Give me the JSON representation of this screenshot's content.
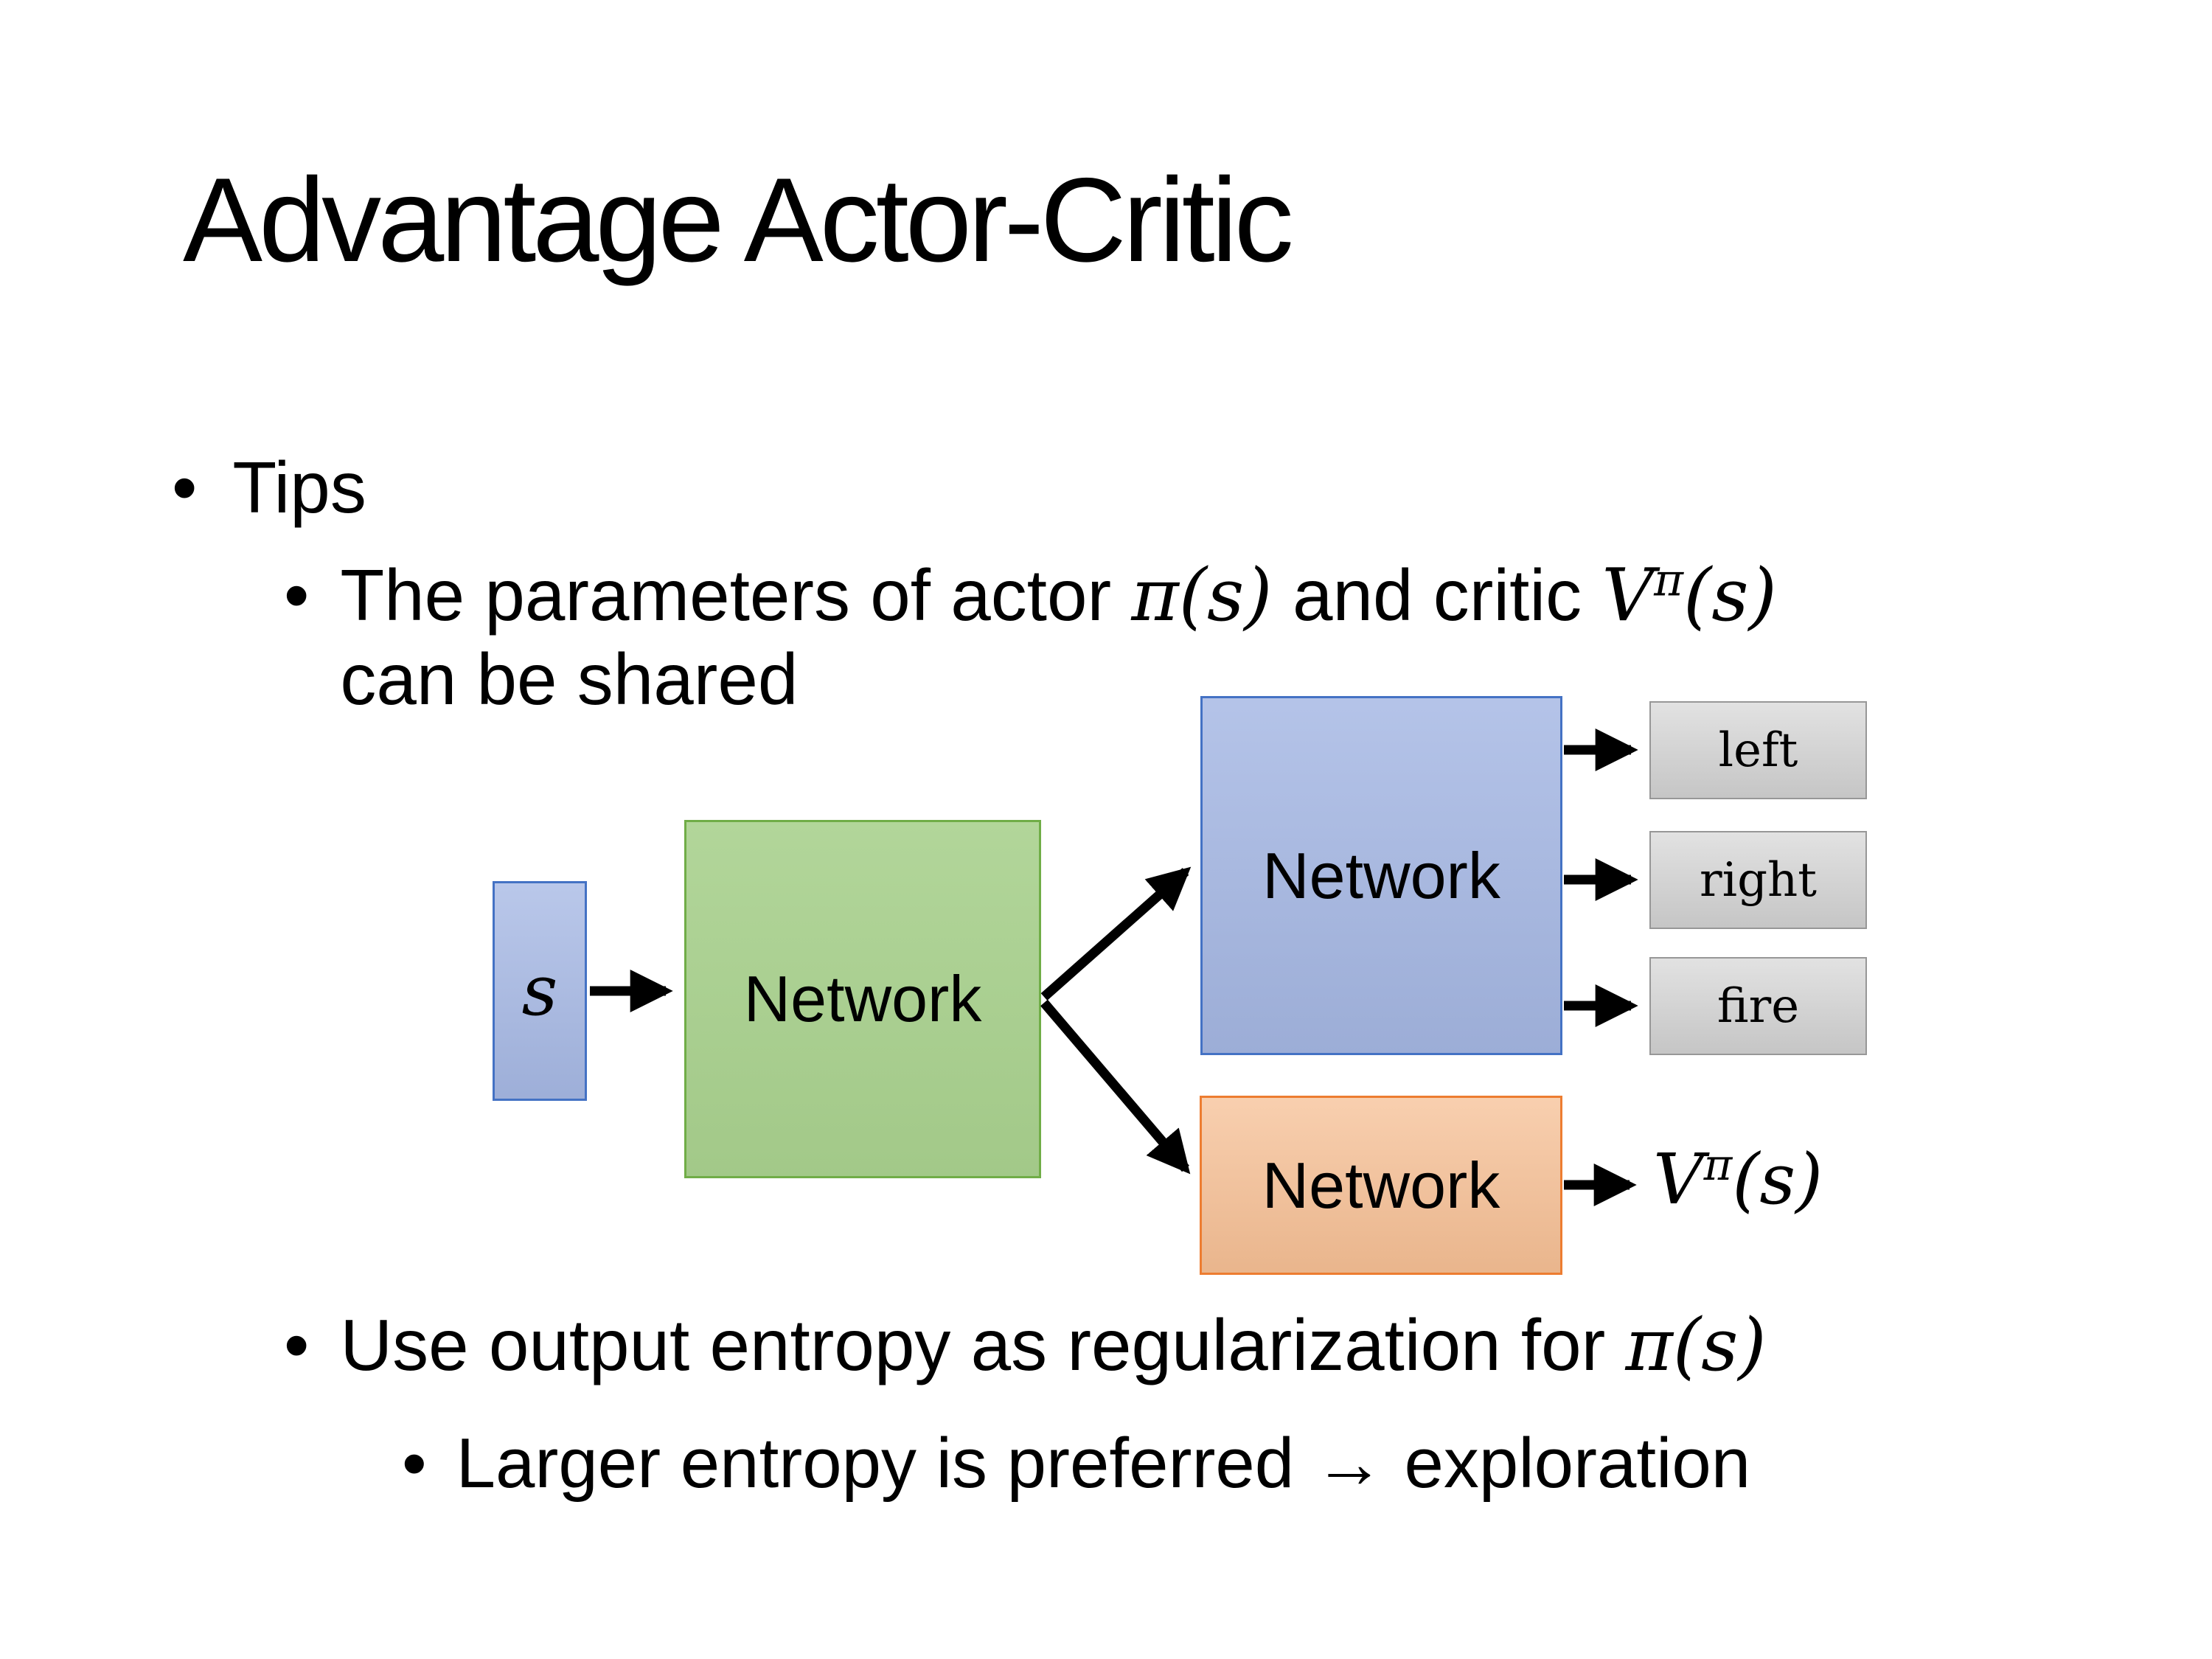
{
  "title": "Advantage Actor-Critic",
  "bullets": {
    "tips": "Tips",
    "dot": "•",
    "shared": {
      "text1": "The parameters of actor ",
      "math1": "π(s)",
      "text2": "and critic ",
      "mathV": "V",
      "sup": "π",
      "args": "(s)",
      "line2": "can be shared"
    },
    "entropy": {
      "text1": "Use output entropy as regularization for ",
      "math1": "π(s)"
    },
    "exploration": "Larger entropy is preferred → exploration"
  },
  "diagram": {
    "state_label": "s",
    "shared_network_label": "Network",
    "actor_network_label": "Network",
    "critic_network_label": "Network",
    "actions": [
      "left",
      "right",
      "fire"
    ],
    "value_label": {
      "base": "V",
      "sup": "π",
      "args": "(s)"
    }
  },
  "colors": {
    "green-fill": "#a9d18e",
    "green-border": "#70ad47",
    "blue-fill": "#a6b8e4",
    "blue-border": "#4472c4",
    "orange-fill": "#f6bf94",
    "orange-border": "#ed7d31",
    "gray-fill": "#d2d2d2",
    "gray-border": "#979797",
    "arrow": "#000000",
    "text": "#000000"
  }
}
